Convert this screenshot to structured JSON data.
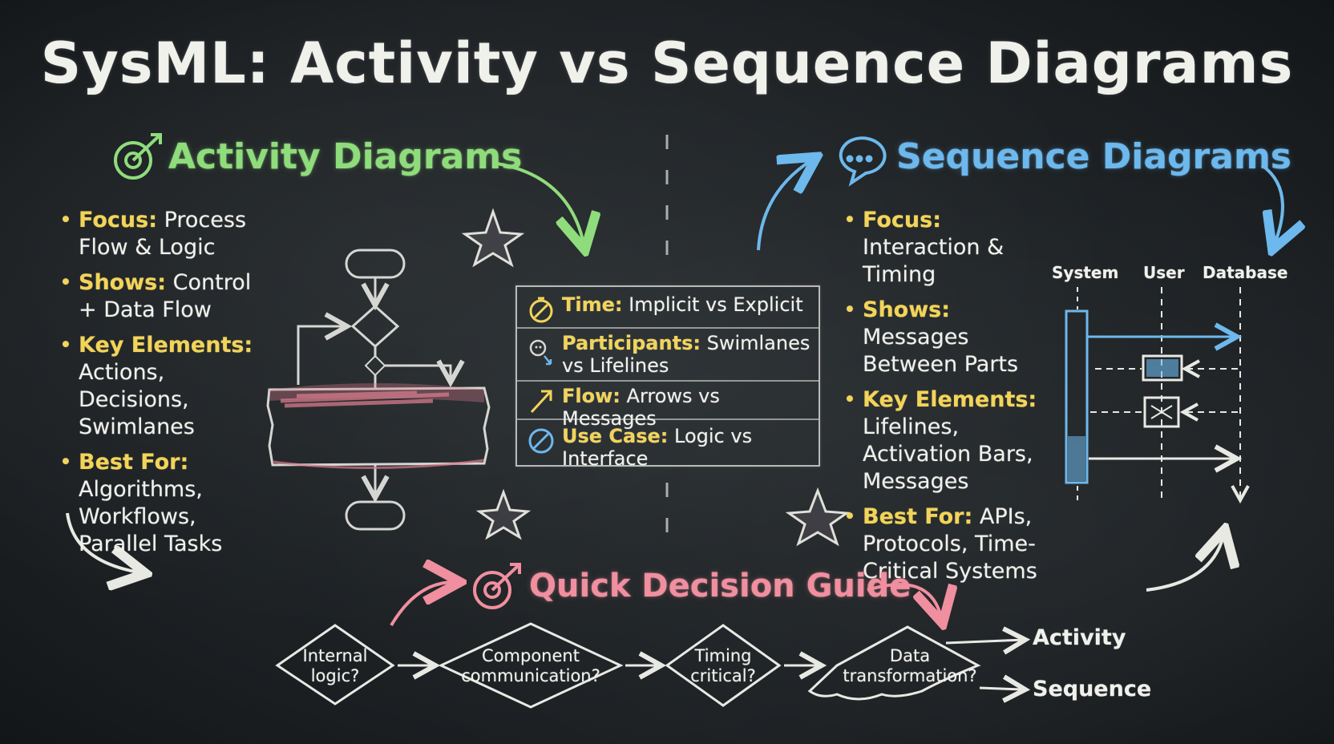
{
  "title": "SysML: Activity vs Sequence Diagrams",
  "colors": {
    "chalk_white": "#f1f1ec",
    "label_yellow": "#f2d45a",
    "activity_green": "#8fdc7c",
    "sequence_blue": "#6db8ec",
    "guide_pink": "#f08f9f"
  },
  "activity": {
    "heading": "Activity Diagrams",
    "icon": "target-arrow-icon",
    "items": [
      {
        "label": "Focus:",
        "text": "Process Flow & Logic"
      },
      {
        "label": "Shows:",
        "text": "Control + Data Flow"
      },
      {
        "label": "Key Elements:",
        "text": "Actions, Decisions, Swimlanes"
      },
      {
        "label": "Best For:",
        "text": "Algorithms, Workflows, Parallel Tasks"
      }
    ]
  },
  "sequence": {
    "heading": "Sequence Diagrams",
    "icon": "speech-bubble-icon",
    "items": [
      {
        "label": "Focus:",
        "text": "Interaction & Timing"
      },
      {
        "label": "Shows:",
        "text": "Messages Between Parts"
      },
      {
        "label": "Key Elements:",
        "text": "Lifelines, Activation Bars, Messages"
      },
      {
        "label": "Best For:",
        "text": "APIs, Protocols, Time-Critical Systems"
      }
    ],
    "lifelines": [
      "System",
      "User",
      "Database"
    ]
  },
  "comparison": [
    {
      "label": "Time:",
      "text": "Implicit vs Explicit",
      "icon": "stopwatch-icon"
    },
    {
      "label": "Participants:",
      "text": "Swimlanes vs Lifelines",
      "icon": "people-icon"
    },
    {
      "label": "Flow:",
      "text": "Arrows vs Messages",
      "icon": "arrow-icon"
    },
    {
      "label": "Use Case:",
      "text": "Logic vs Interface",
      "icon": "compass-icon"
    }
  ],
  "guide": {
    "heading": "Quick Decision Guide",
    "icon": "target-arrow-icon",
    "steps": [
      "Internal logic?",
      "Component communication?",
      "Timing critical?",
      "Data transformation?"
    ],
    "outcomes": [
      "Activity",
      "Sequence"
    ]
  }
}
